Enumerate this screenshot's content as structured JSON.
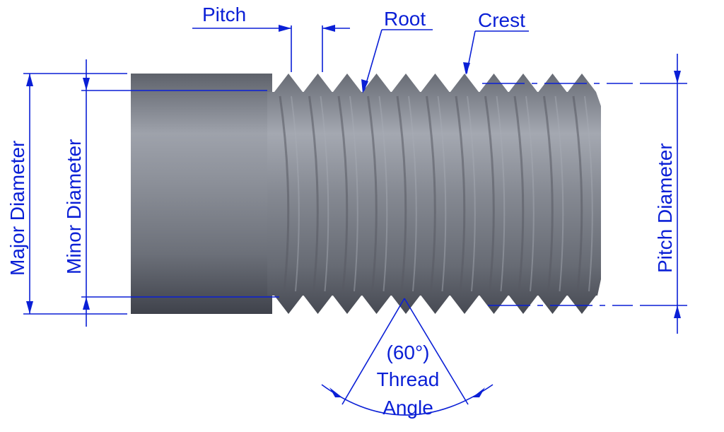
{
  "labels": {
    "pitch": "Pitch",
    "root": "Root",
    "crest": "Crest",
    "major_diameter": "Major Diameter",
    "minor_diameter": "Minor Diameter",
    "pitch_diameter": "Pitch Diameter",
    "thread_angle_value": "(60°)",
    "thread_angle_line1": "Thread",
    "thread_angle_line2": "Angle"
  },
  "colors": {
    "dimension_line": "#0a1fd6",
    "label_text": "#0a1fd6",
    "bolt_body": "#6f737d",
    "bolt_highlight": "#a9adb6",
    "bolt_shadow": "#3e414a",
    "thread_groove": "#575a63"
  },
  "thread": {
    "angle_degrees": 60,
    "visible_crest_count": 11
  }
}
